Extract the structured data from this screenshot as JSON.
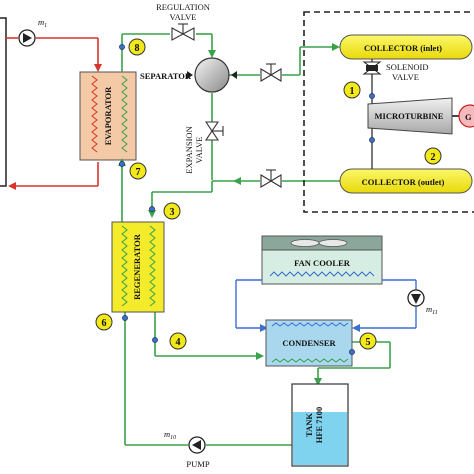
{
  "labels": {
    "m1": "m",
    "m1_sub": "1",
    "regulation_valve_line1": "REGULATION",
    "regulation_valve_line2": "VALVE",
    "separator": "SEPARATOR",
    "evaporator": "EVAPORATOR",
    "expansion_valve_line1": "EXPANSION",
    "expansion_valve_line2": "VALVE",
    "collector_inlet": "COLLECTOR (inlet)",
    "collector_outlet": "COLLECTOR (outlet)",
    "solenoid_valve_line1": "SOLENOID",
    "solenoid_valve_line2": "VALVE",
    "microturbine": "MICROTURBINE",
    "generator": "G",
    "regenerator": "REGENERATOR",
    "fan_cooler": "FAN COOLER",
    "condenser": "CONDENSER",
    "m11": "m",
    "m11_sub": "11",
    "m10": "m",
    "m10_sub": "10",
    "pump": "PUMP",
    "tank_line1": "TANK",
    "tank_line2": "HFE 7100"
  },
  "state_points": [
    "1",
    "2",
    "3",
    "4",
    "5",
    "6",
    "7",
    "8"
  ],
  "colors": {
    "red_loop": "#d9342b",
    "green_loop": "#3aa24a",
    "blue_loop": "#3a6fd0",
    "collector_fill": "#f2ef1a",
    "point_fill": "#f2e81a",
    "evaporator_fill": "#f3c9a6",
    "regenerator_fill": "#f4ec2a",
    "condenser_fill": "#a9d8ee",
    "tank_fill": "#7fd3ef",
    "fan_cooler_fill": "#d6ede3"
  }
}
